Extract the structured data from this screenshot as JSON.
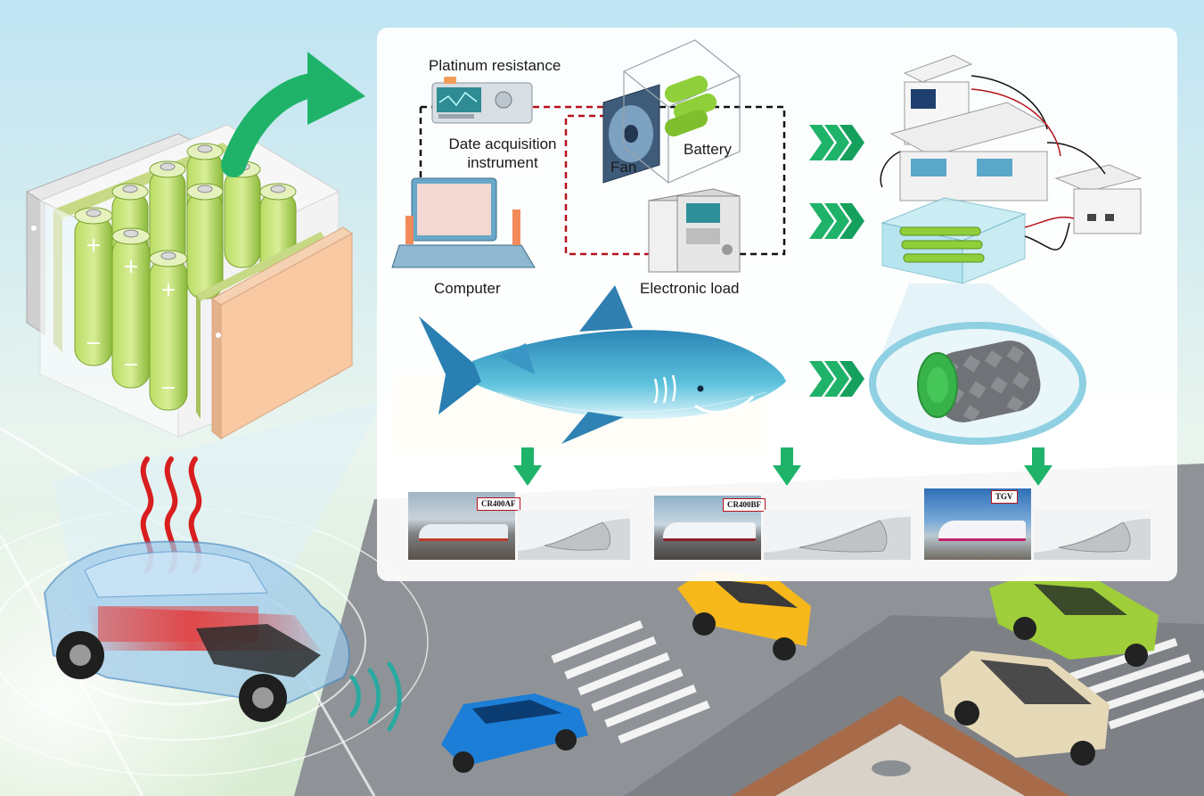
{
  "experiment": {
    "platinum_resistance": "Platinum resistance",
    "daq_line1": "Date acquisition",
    "daq_line2": "instrument",
    "fan": "Fan",
    "battery": "Battery",
    "computer": "Computer",
    "electronic_load": "Electronic load"
  },
  "trains": [
    {
      "tag": "CR400AF"
    },
    {
      "tag": "CR400BF"
    },
    {
      "tag": "TGV"
    }
  ],
  "colors": {
    "arrow_green": "#1fb36a",
    "wire_red": "#b5121b",
    "wire_black": "#111111",
    "battery_green": "#a9cf4e",
    "heat_red": "#d81e1e"
  }
}
